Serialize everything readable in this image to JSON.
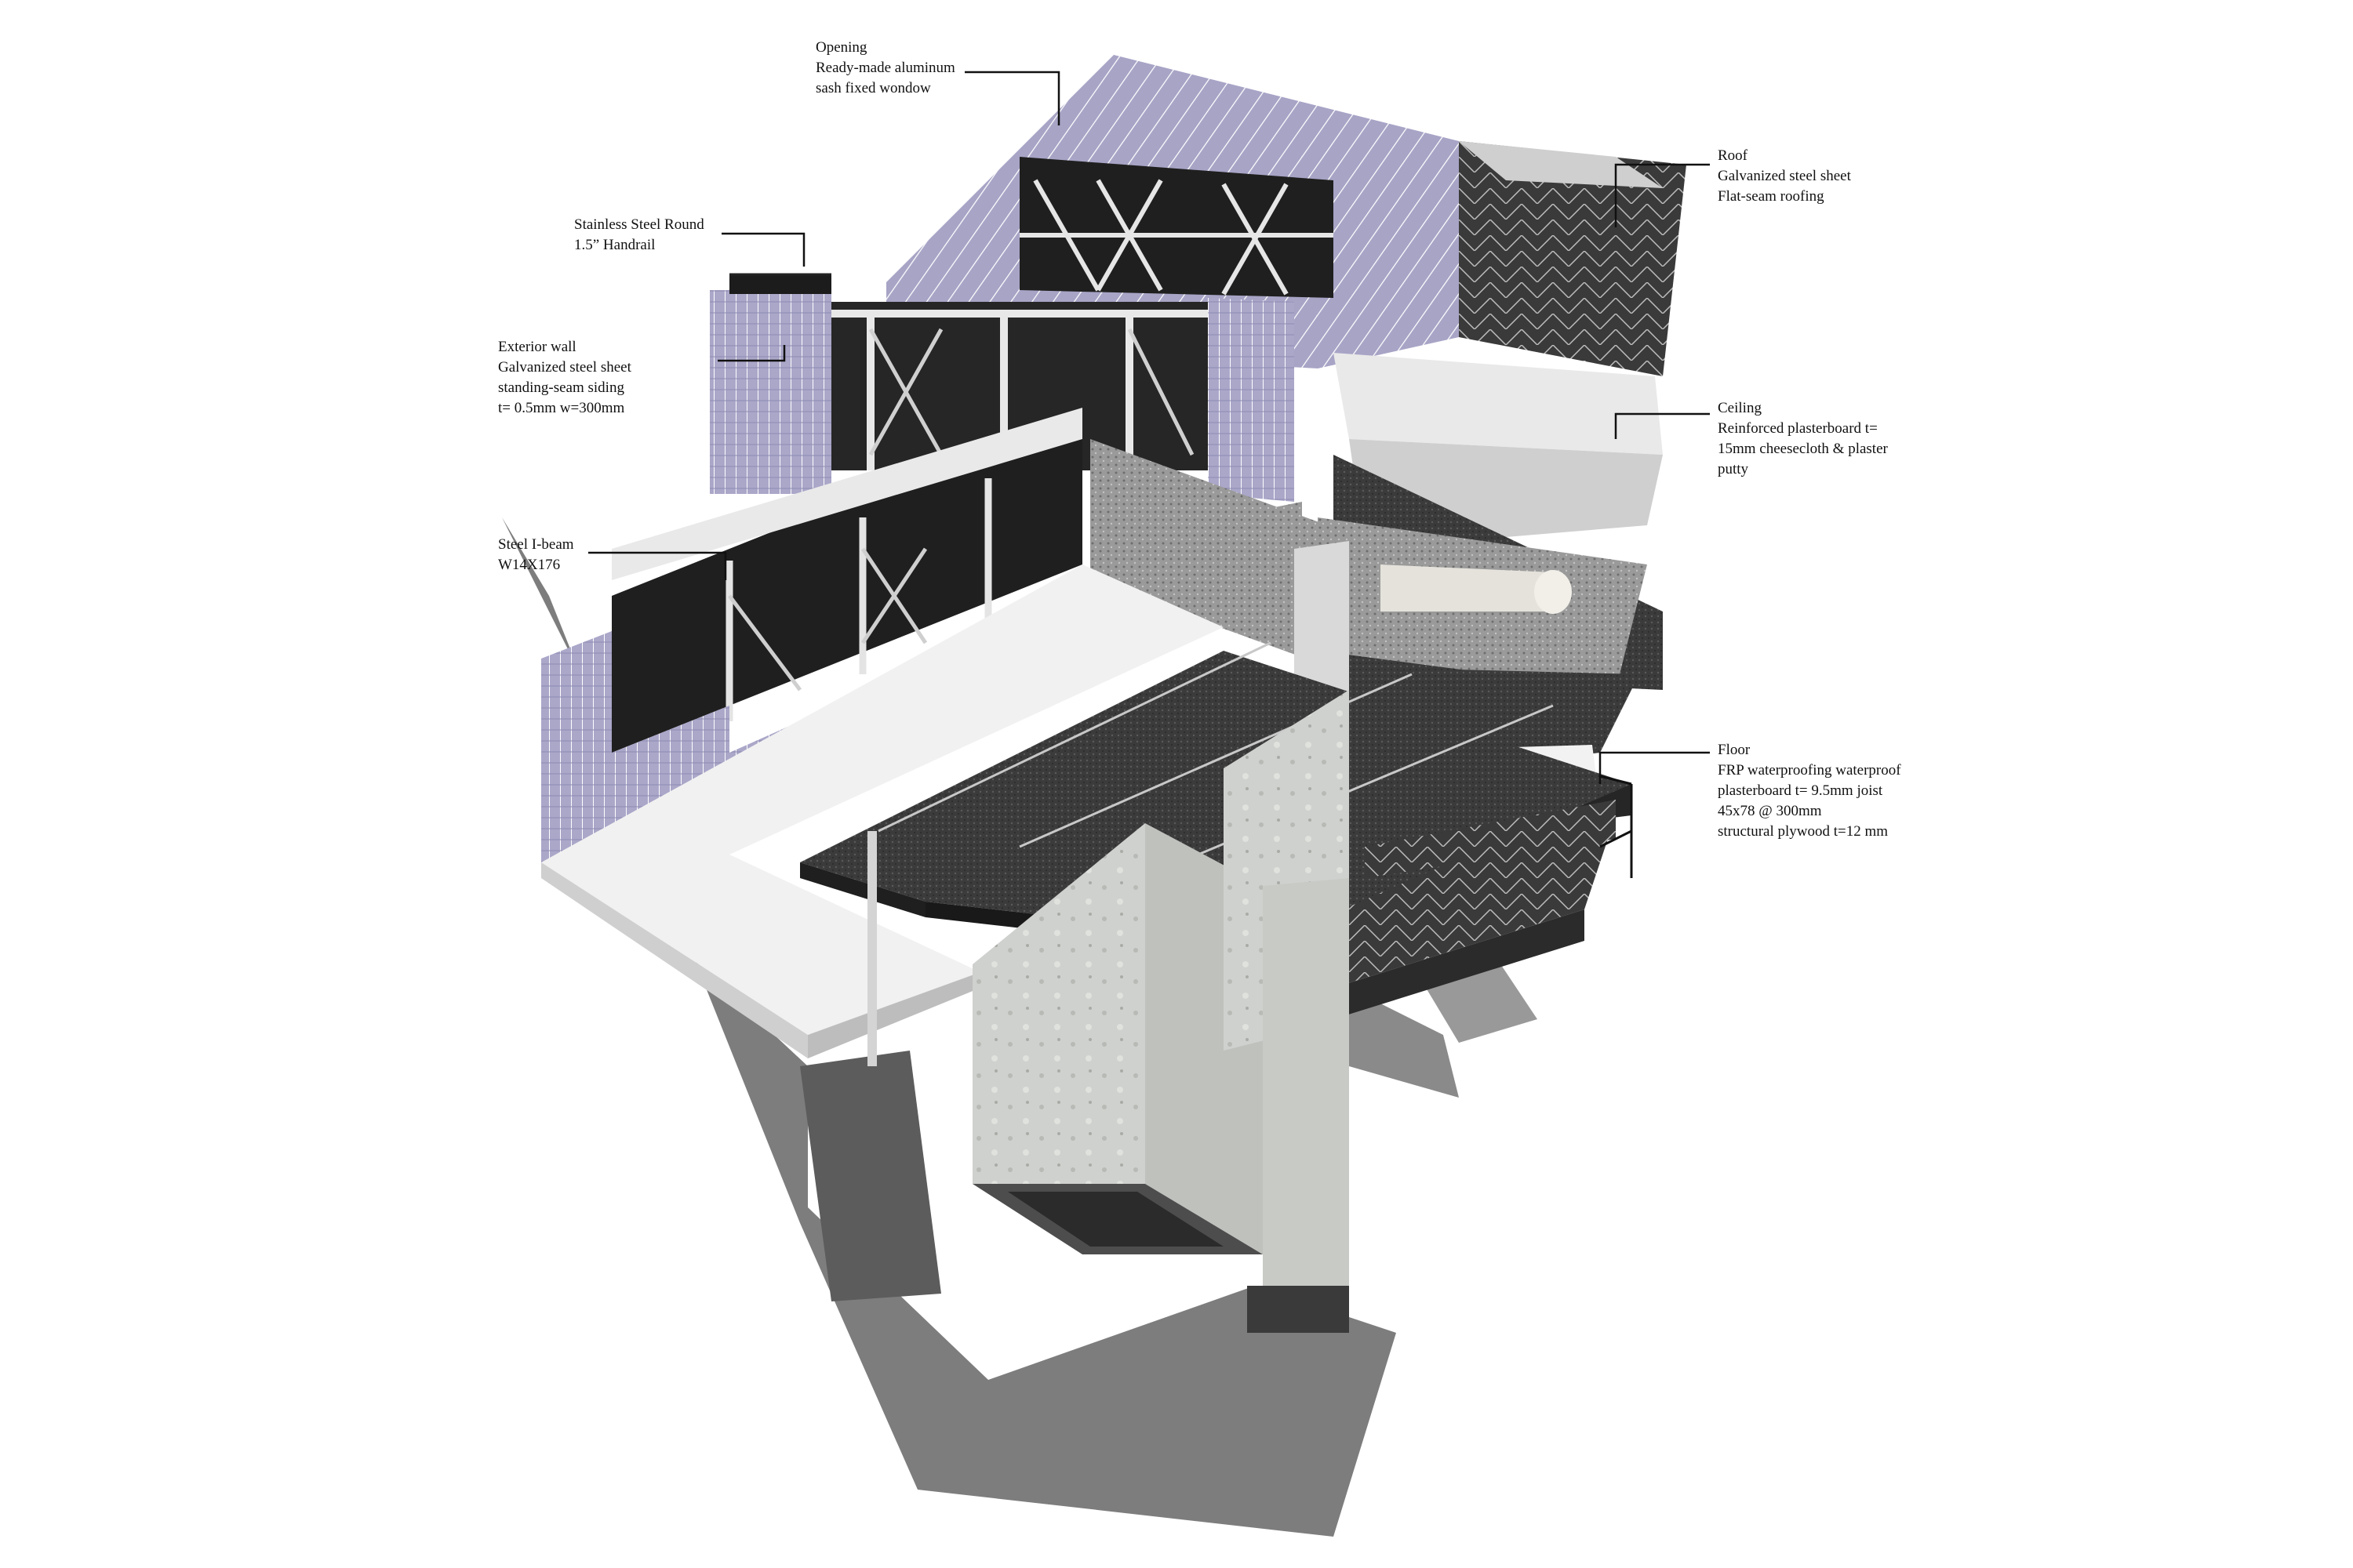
{
  "annotations": {
    "opening": {
      "lines": [
        "Opening",
        "Ready-made aluminum",
        "sash fixed wondow"
      ]
    },
    "handrail": {
      "lines": [
        "Stainless Steel Round",
        "1.5” Handrail"
      ]
    },
    "exterior_wall": {
      "lines": [
        "Exterior wall",
        "Galvanized steel sheet",
        "standing-seam siding",
        "t= 0.5mm w=300mm"
      ]
    },
    "steel_beam": {
      "lines": [
        "Steel I-beam",
        "W14X176"
      ]
    },
    "roof": {
      "lines": [
        "Roof",
        "Galvanized steel sheet",
        "Flat-seam roofing"
      ]
    },
    "ceiling": {
      "lines": [
        "Ceiling",
        "Reinforced plasterboard t=",
        "15mm cheesecloth & plaster",
        "putty"
      ]
    },
    "floor": {
      "lines": [
        "Floor",
        "FRP waterproofing waterproof",
        "plasterboard t= 9.5mm joist",
        "45x78 @ 300mm",
        "structural plywood t=12 mm"
      ]
    }
  },
  "colors": {
    "cladding": "#a9a6c8",
    "concrete": "#c9cbc8",
    "dark_floor": "#3a3a3a",
    "shadow": "#7a7a7a",
    "steel": "#d8d8d8"
  }
}
